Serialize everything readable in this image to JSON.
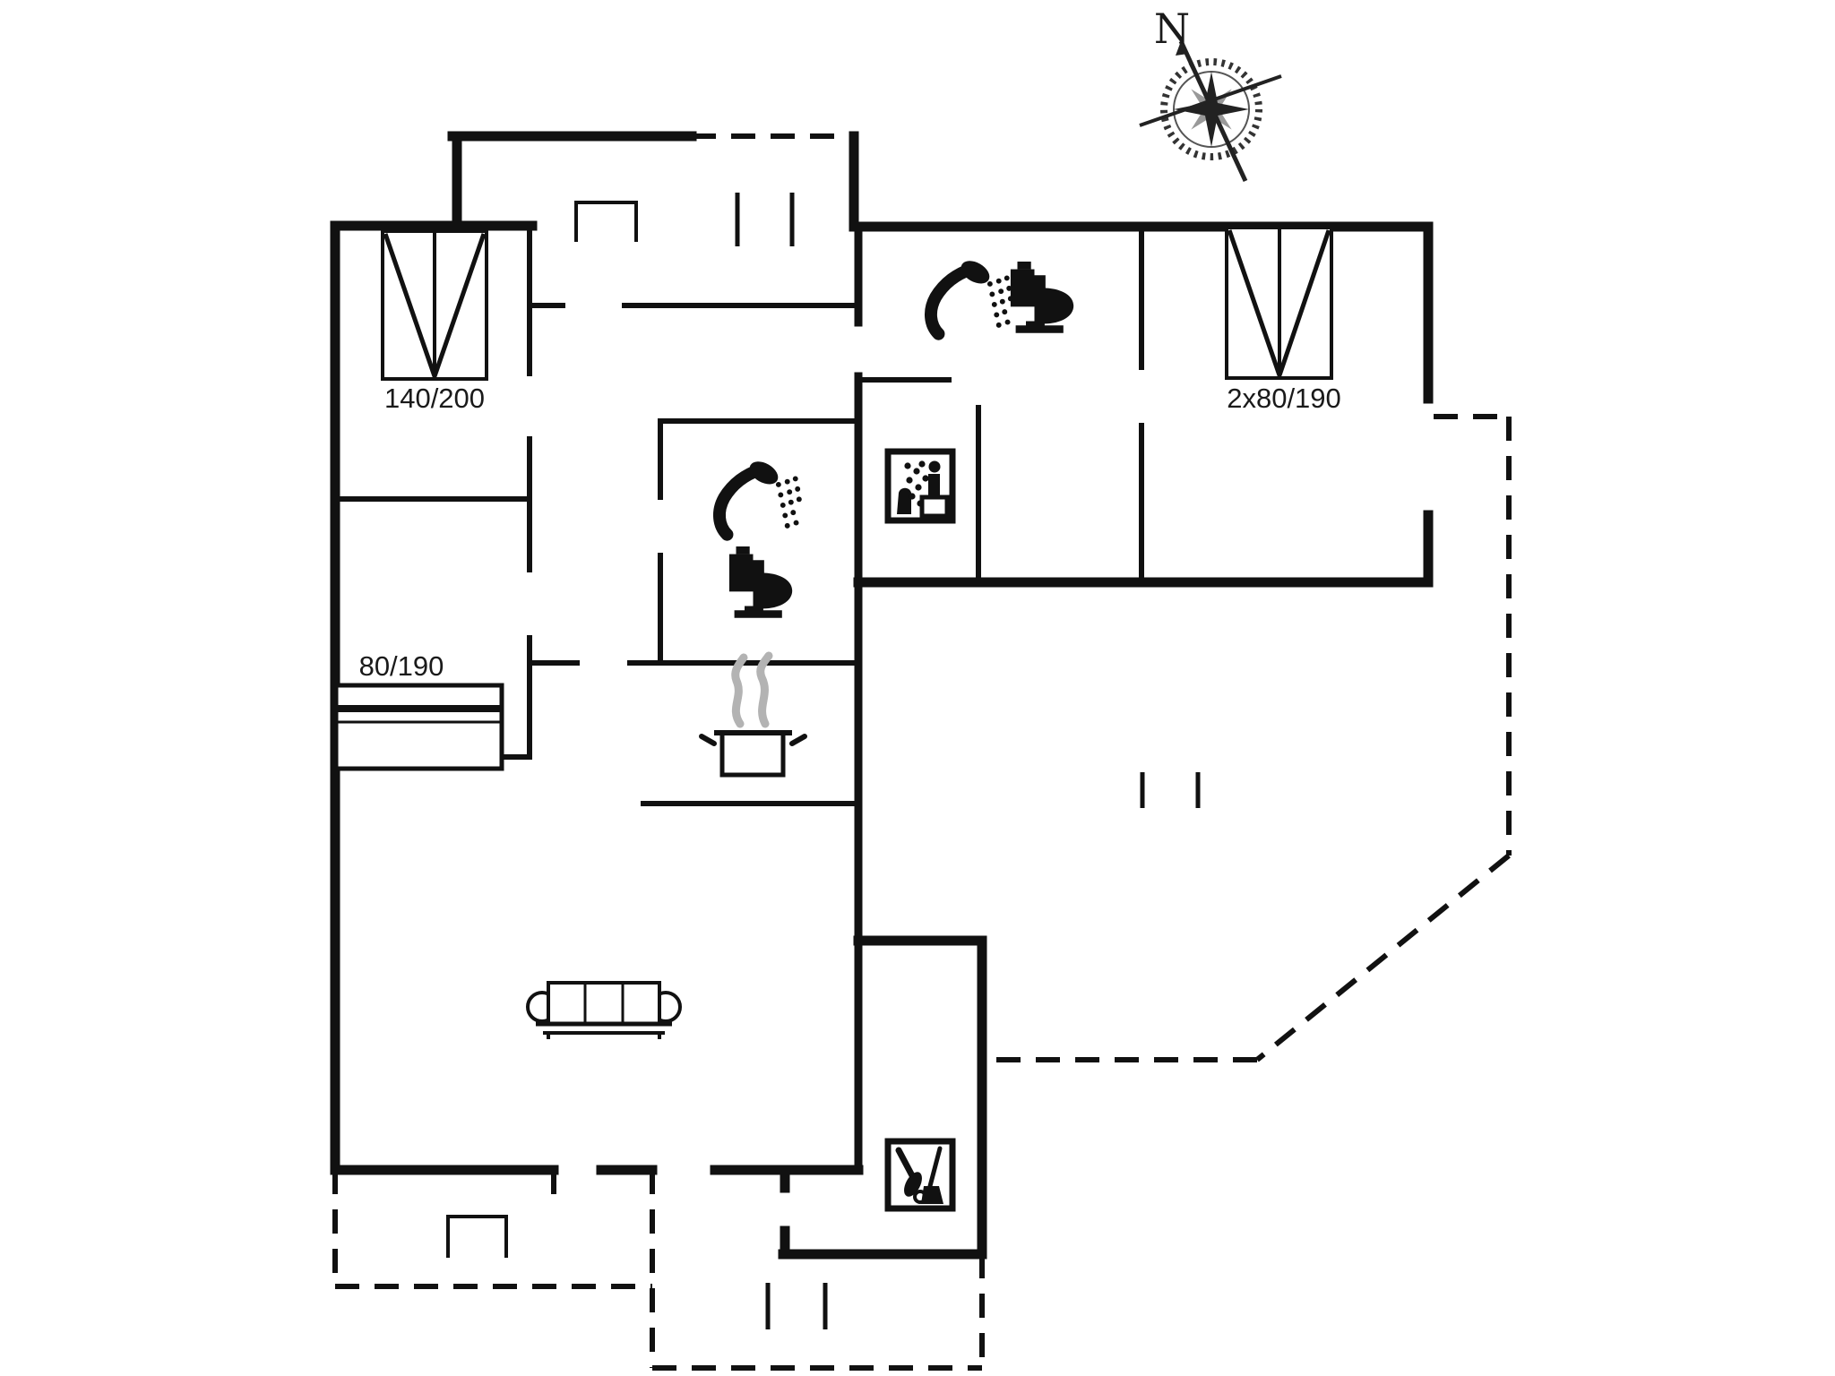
{
  "plan": {
    "type": "floor-plan",
    "background_color": "#ffffff",
    "wall_color": "#111111",
    "steam_color": "#b3b3b3",
    "compass": {
      "north_label": "N"
    },
    "beds": [
      {
        "id": "double-bed-northwest",
        "label": "140/200"
      },
      {
        "id": "twin-bed-northeast",
        "label": "2x80/190"
      },
      {
        "id": "single-bed-west",
        "label": "80/190"
      }
    ],
    "icons": [
      "compass-rose-icon",
      "shower-icon (bathroom north-east)",
      "toilet-icon (bathroom north-east)",
      "shower-icon (bathroom center)",
      "toilet-icon (bathroom center)",
      "sauna-icon",
      "cooking-pot-icon",
      "sofa-icon",
      "cleaning-equipment-icon"
    ]
  }
}
